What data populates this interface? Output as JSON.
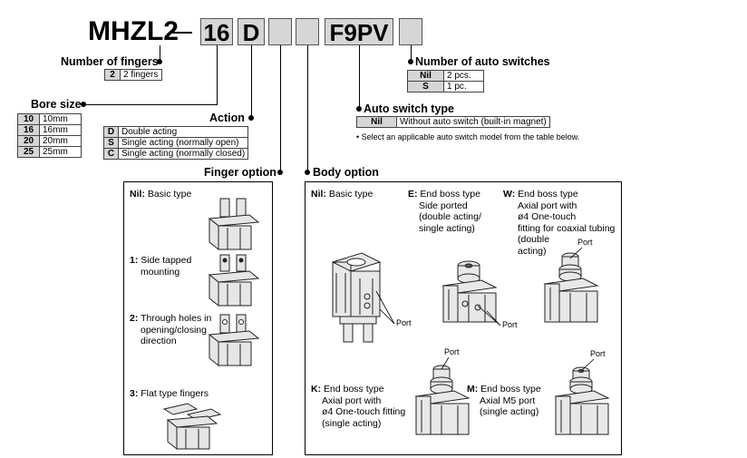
{
  "model": {
    "prefix": "MHZL2",
    "dash": "—",
    "box_bore": "16",
    "box_action": "D",
    "box_finger": "",
    "box_body": "",
    "box_switch": "F9PV",
    "box_count": ""
  },
  "fingers": {
    "header": "Number of fingers",
    "rows": [
      {
        "code": "2",
        "label": "2 fingers"
      }
    ]
  },
  "bore": {
    "header": "Bore size",
    "rows": [
      {
        "code": "10",
        "label": "10mm"
      },
      {
        "code": "16",
        "label": "16mm"
      },
      {
        "code": "20",
        "label": "20mm"
      },
      {
        "code": "25",
        "label": "25mm"
      }
    ]
  },
  "action": {
    "header": "Action",
    "rows": [
      {
        "code": "D",
        "label": "Double acting"
      },
      {
        "code": "S",
        "label": "Single acting (normally open)"
      },
      {
        "code": "C",
        "label": "Single acting (normally closed)"
      }
    ]
  },
  "auto_switches_count": {
    "header": "Number of auto switches",
    "rows": [
      {
        "code": "Nil",
        "label": "2 pcs."
      },
      {
        "code": "S",
        "label": "1 pc."
      }
    ]
  },
  "auto_switch_type": {
    "header": "Auto switch type",
    "rows": [
      {
        "code": "Nil",
        "label": "Without auto switch (built-in magnet)"
      }
    ],
    "note": "• Select an applicable auto switch model from the table below."
  },
  "finger_option": {
    "header": "Finger option",
    "items": [
      {
        "code": "Nil:",
        "lines": [
          "Basic type"
        ]
      },
      {
        "code": "1:",
        "lines": [
          "Side tapped",
          "mounting"
        ]
      },
      {
        "code": "2:",
        "lines": [
          "Through holes in",
          "opening/closing",
          "direction"
        ]
      },
      {
        "code": "3:",
        "lines": [
          "Flat type fingers"
        ]
      }
    ]
  },
  "body_option": {
    "header": "Body option",
    "port_label": "Port",
    "items": [
      {
        "code": "Nil:",
        "lines": [
          "Basic type"
        ]
      },
      {
        "code": "E:",
        "lines": [
          "End boss type",
          "Side ported",
          "(double acting/",
          "single acting)"
        ]
      },
      {
        "code": "W:",
        "lines": [
          "End boss type",
          "Axial port with",
          "ø4 One-touch",
          "fitting for coaxial tubing",
          "(double",
          "acting)"
        ]
      },
      {
        "code": "K:",
        "lines": [
          "End boss type",
          "Axial port with",
          "ø4 One-touch fitting",
          "(single acting)"
        ]
      },
      {
        "code": "M:",
        "lines": [
          "End boss type",
          "Axial M5 port",
          "(single acting)"
        ]
      }
    ]
  }
}
